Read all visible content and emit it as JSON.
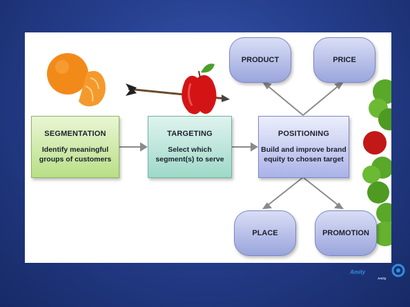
{
  "diagram": {
    "segmentation": {
      "title": "SEGMENTATION",
      "desc_1": "Identify meaningful",
      "desc_2": "groups of customers"
    },
    "targeting": {
      "title": "TARGETING",
      "desc_1": "Select which",
      "desc_2": "segment(s) to serve"
    },
    "positioning": {
      "title": "POSITIONING",
      "desc_1": "Build and improve brand",
      "desc_2": "equity to chosen target"
    },
    "mix": {
      "product": "PRODUCT",
      "price": "PRICE",
      "place": "PLACE",
      "promotion": "PROMOTION"
    }
  },
  "logo": {
    "name": "Amity",
    "sub": "Amity"
  },
  "colors": {
    "background": "#263f8e",
    "segmentation": "#b9df86",
    "targeting": "#9ed9c8",
    "positioning": "#aab3e8",
    "arrow": "#8a8a8a"
  },
  "icons": [
    "orange-image",
    "apple-arrow-image",
    "green-apples-image",
    "logo-icon"
  ]
}
